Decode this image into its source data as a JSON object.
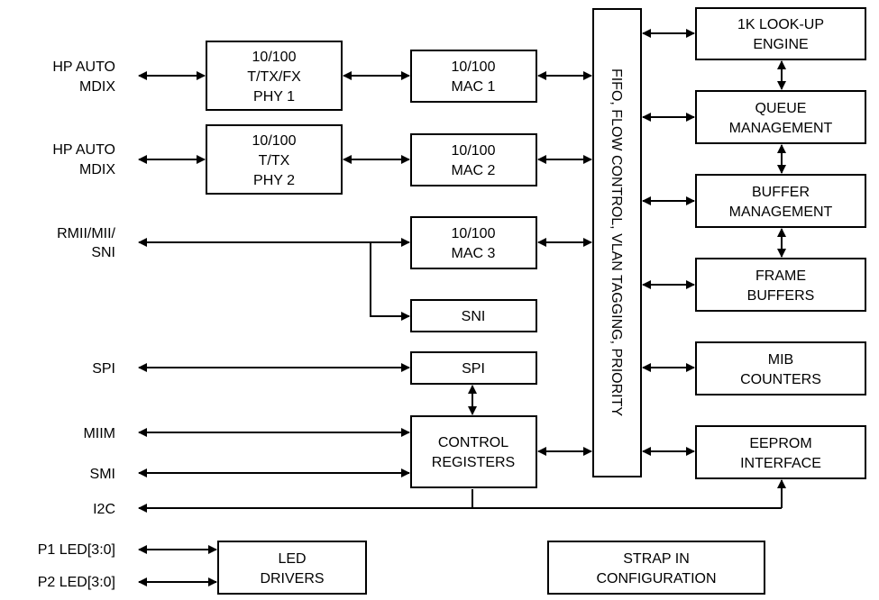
{
  "signals": {
    "port1": [
      "HP AUTO",
      "MDIX"
    ],
    "port2": [
      "HP AUTO",
      "MDIX"
    ],
    "rmii": [
      "RMII/MII/",
      "SNI"
    ],
    "spi": "SPI",
    "miim": "MIIM",
    "smi": "SMI",
    "i2c": "I2C",
    "p1_led": "P1 LED[3:0]",
    "p2_led": "P2 LED[3:0]"
  },
  "blocks": {
    "phy1": [
      "10/100",
      "T/TX/FX",
      "PHY 1"
    ],
    "phy2": [
      "10/100",
      "T/TX",
      "PHY 2"
    ],
    "mac1": [
      "10/100",
      "MAC 1"
    ],
    "mac2": [
      "10/100",
      "MAC 2"
    ],
    "mac3": [
      "10/100",
      "MAC 3"
    ],
    "sni": "SNI",
    "spi": "SPI",
    "control_registers": [
      "CONTROL",
      "REGISTERS"
    ],
    "fifo": "FIFO, FLOW CONTROL, VLAN TAGGING, PRIORITY",
    "lookup": [
      "1K LOOK-UP",
      "ENGINE"
    ],
    "queue": [
      "QUEUE",
      "MANAGEMENT"
    ],
    "buffer": [
      "BUFFER",
      "MANAGEMENT"
    ],
    "frame": [
      "FRAME",
      "BUFFERS"
    ],
    "mib": [
      "MIB",
      "COUNTERS"
    ],
    "eeprom": [
      "EEPROM",
      "INTERFACE"
    ],
    "led_drivers": [
      "LED",
      "DRIVERS"
    ],
    "strap": [
      "STRAP IN",
      "CONFIGURATION"
    ]
  }
}
